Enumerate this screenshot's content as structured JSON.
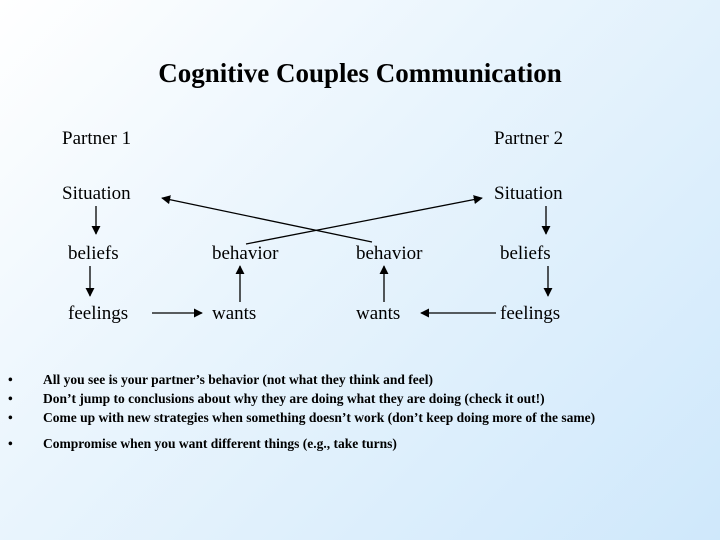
{
  "title": "Cognitive Couples Communication",
  "partner1": {
    "header": "Partner 1",
    "situation": "Situation",
    "beliefs": "beliefs",
    "feelings": "feelings",
    "behavior": "behavior",
    "wants": "wants"
  },
  "partner2": {
    "header": "Partner 2",
    "situation": "Situation",
    "beliefs": "beliefs",
    "feelings": "feelings",
    "behavior": "behavior",
    "wants": "wants"
  },
  "bullet_symbol": "•",
  "bullets": [
    "All you see is your partner’s behavior (not what they think and feel)",
    "Don’t jump to conclusions about why they are doing what they are doing (check it out!)",
    "Come up with new strategies when something doesn’t work (don’t keep doing more of the same)",
    "Compromise when you want different things (e.g., take turns)"
  ]
}
